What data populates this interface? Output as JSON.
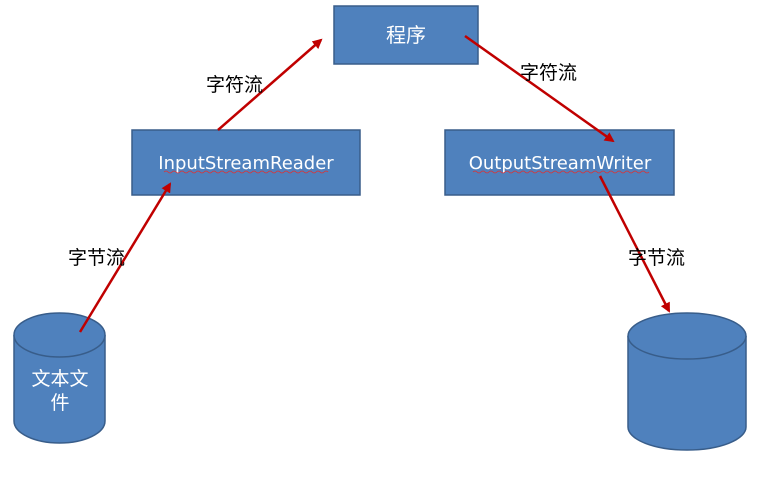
{
  "nodes": {
    "program": "程序",
    "reader": "InputStreamReader",
    "writer": "OutputStreamWriter",
    "source_file_line1": "文本文",
    "source_file_line2": "件"
  },
  "edges": {
    "reader_to_program": "字符流",
    "program_to_writer": "字符流",
    "file_to_reader": "字节流",
    "writer_to_dest": "字节流"
  },
  "colors": {
    "box_fill": "#4F81BD",
    "box_stroke": "#385D8A",
    "arrow": "#C00000"
  }
}
